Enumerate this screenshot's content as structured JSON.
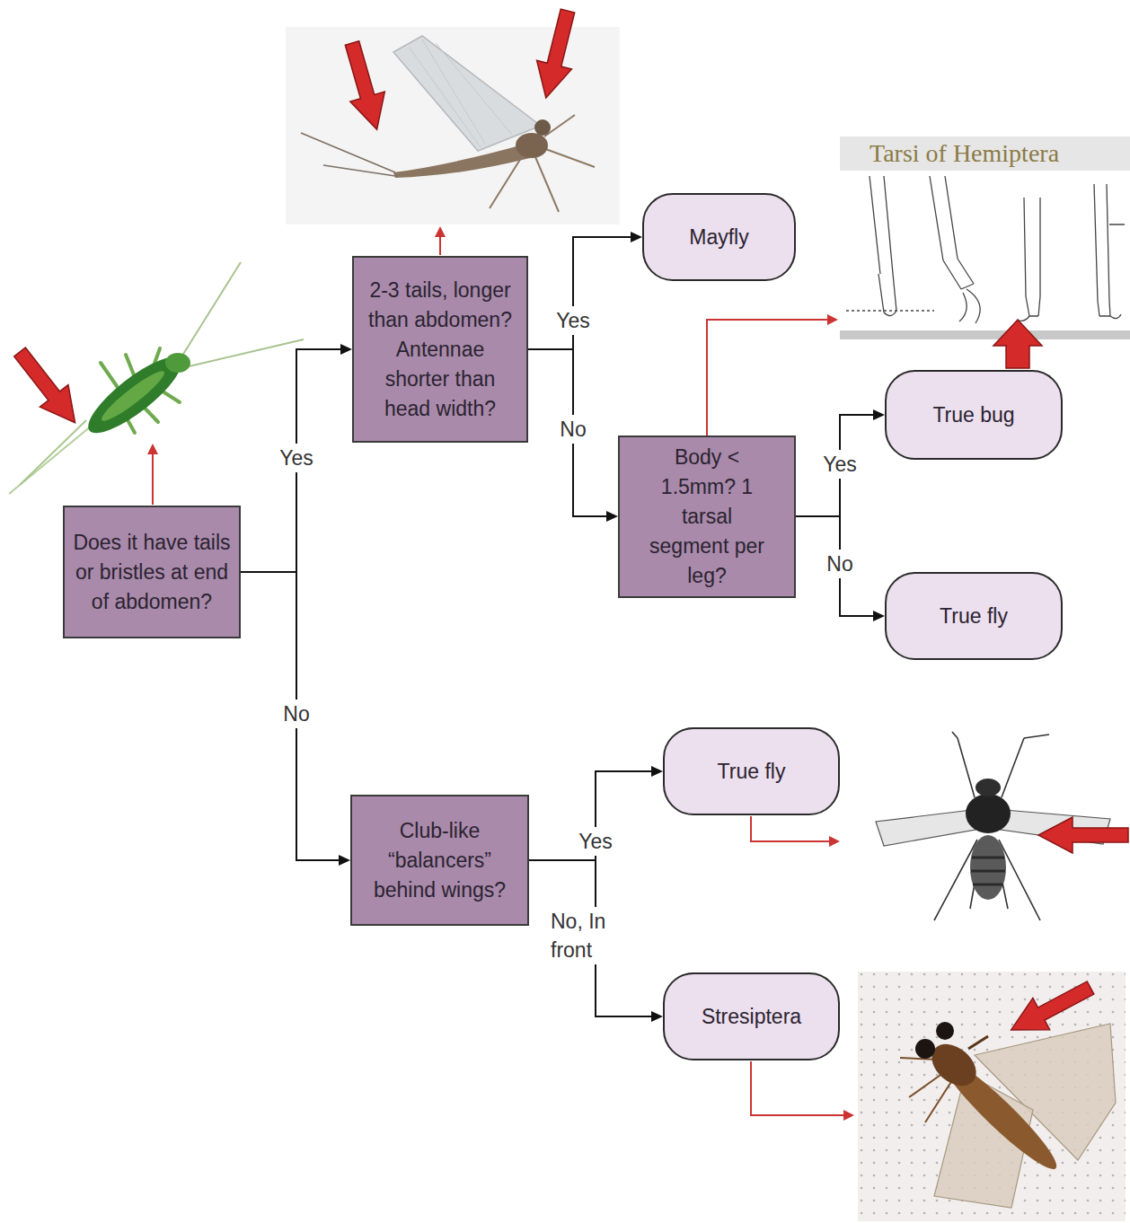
{
  "diagram": {
    "nodes": [
      {
        "text": [
          "Does it have tails or bristles at end of abdomen?"
        ]
      },
      {
        "text": [
          "2-3 tails, longer than abdomen? Antennae shorter than head width?"
        ]
      },
      {
        "text": [
          "Mayfly"
        ]
      },
      {
        "text": [
          "Body < 1.5mm? 1 tarsal segment per leg?"
        ]
      },
      {
        "text": [
          "True bug"
        ]
      },
      {
        "text": [
          "True fly"
        ]
      },
      {
        "text": [
          "Club-like “balancers” behind wings?"
        ]
      },
      {
        "text": [
          "True fly"
        ]
      },
      {
        "text": [
          "Stresiptera"
        ]
      }
    ],
    "edges": [
      {
        "from": 0,
        "to": 1,
        "label": "Yes",
        "arrow": "to"
      },
      {
        "from": 0,
        "to": 6,
        "label": "No",
        "arrow": "to"
      },
      {
        "from": 1,
        "to": 2,
        "label": "Yes",
        "arrow": "to"
      },
      {
        "from": 1,
        "to": 3,
        "label": "No",
        "arrow": "to"
      },
      {
        "from": 3,
        "to": 4,
        "label": "Yes",
        "arrow": "to"
      },
      {
        "from": 3,
        "to": 5,
        "label": "No",
        "arrow": "to"
      },
      {
        "from": 6,
        "to": 7,
        "label": "Yes",
        "arrow": "to"
      },
      {
        "from": 6,
        "to": 8,
        "label": "No, In front",
        "arrow": "to"
      }
    ],
    "labels": [
      "Tarsi of Hemiptera"
    ]
  }
}
